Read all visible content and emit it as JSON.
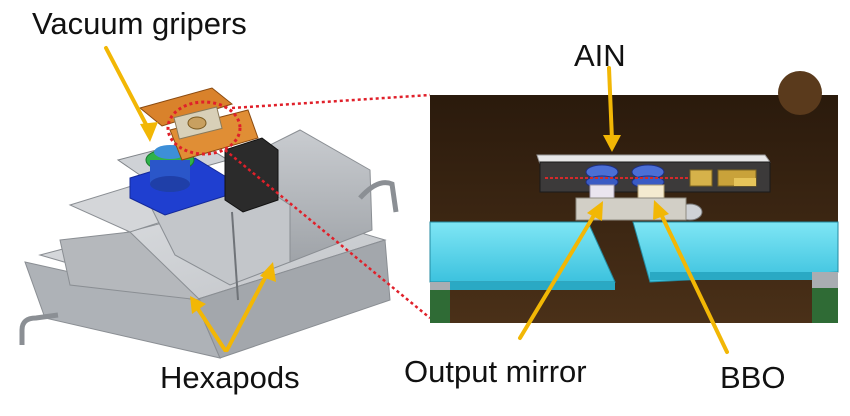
{
  "labels": {
    "vacuum_grippers": "Vacuum gripers",
    "hexapods": "Hexapods",
    "ain": "AIN",
    "output_mirror": "Output mirror",
    "bbo": "BBO"
  },
  "colors": {
    "arrow": "#f2b705",
    "zoom_callout": "#e0202a",
    "hexapod_body": "#b9bcc0",
    "gripper_plate": "#d9822b",
    "stage_blue": "#1f3fd0",
    "chamber_background": "#3a2410",
    "hexapod_top_cyan": "#5ad8ee"
  }
}
